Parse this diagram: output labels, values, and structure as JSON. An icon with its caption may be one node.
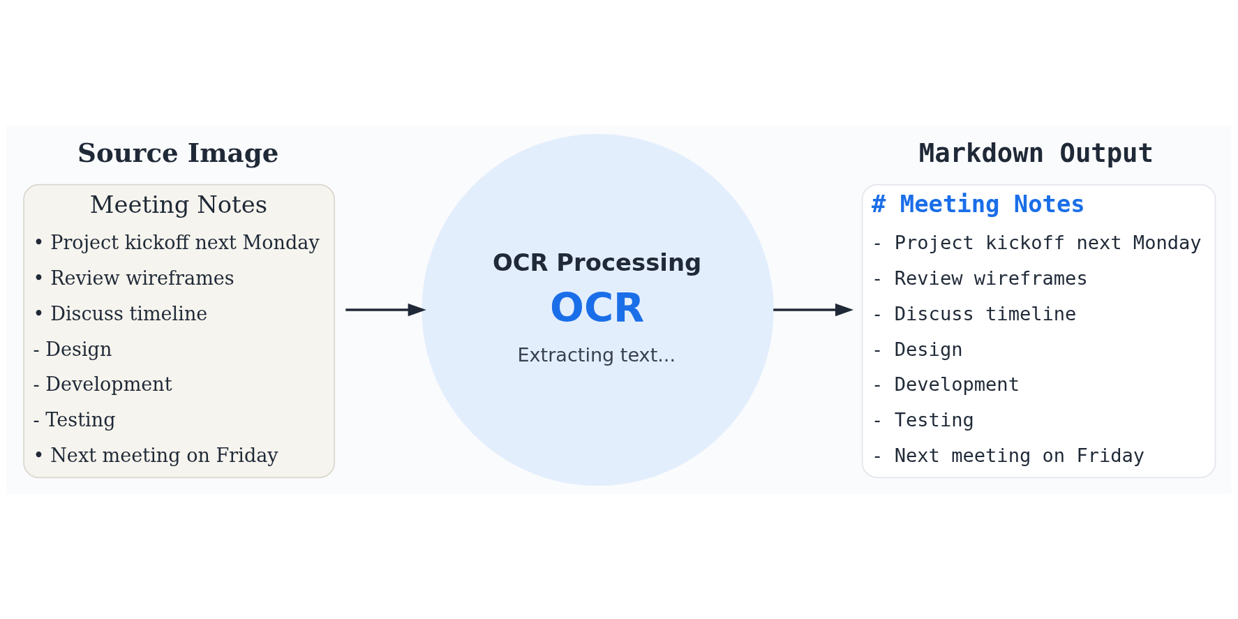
{
  "diagram": {
    "nodes": [
      {
        "text": [
          "Source Image",
          "Meeting Notes",
          "• Project kickoff next Monday",
          "• Review wireframes",
          "• Discuss timeline",
          "- Design",
          "- Development",
          "- Testing",
          "• Next meeting on Friday"
        ]
      },
      {
        "text": [
          "OCR Processing",
          "OCR",
          "Extracting text..."
        ]
      },
      {
        "text": [
          "Markdown Output",
          "# Meeting Notes",
          "- Project kickoff next Monday",
          "- Review wireframes",
          "- Discuss timeline",
          "- Design",
          "- Development",
          "- Testing",
          "- Next meeting on Friday"
        ]
      }
    ],
    "edges": [
      {
        "from": 0,
        "to": 1,
        "arrow": "to"
      },
      {
        "from": 1,
        "to": 2,
        "arrow": "to"
      }
    ]
  }
}
